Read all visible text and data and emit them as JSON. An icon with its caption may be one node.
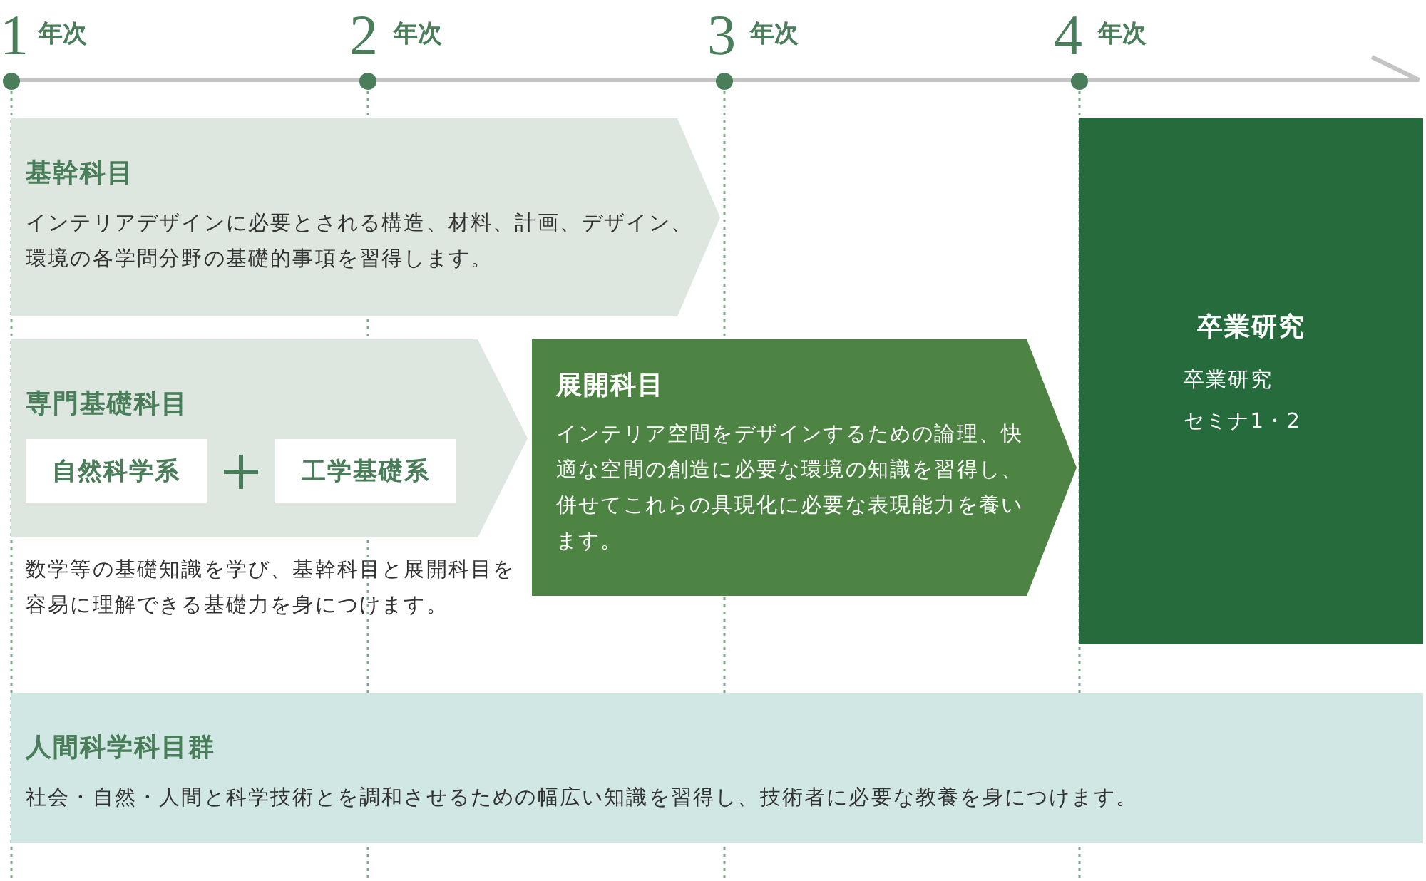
{
  "diagram": {
    "nodes": [
      {
        "text": [
          "基幹科目",
          "インテリアデザインに必要とされる構造、材料、計画、デザイン、環境の各学問分野の基礎的事項を習得します。"
        ]
      },
      {
        "text": [
          "専門基礎科目"
        ],
        "beside": [
          "数学等の基礎知識を学び、基幹科目と展開科目を容易に理解できる基礎力を身につけます。"
        ]
      },
      {
        "text": [
          "自然科学系"
        ],
        "in": 1
      },
      {
        "text": [
          "工学基礎系"
        ],
        "in": 1
      },
      {
        "text": [
          "展開科目",
          "インテリア空間をデザインするための論理、快適な空間の創造に必要な環境の知識を習得し、併せてこれらの具現化に必要な表現能力を養います。"
        ]
      },
      {
        "text": [
          "卒業研究",
          "卒業研究",
          "セミナ1・2"
        ]
      },
      {
        "text": [
          "人間科学科目群",
          "社会・自然・人間と科学技術とを調和させるための幅広い知識を習得し、技術者に必要な教養を身につけます。"
        ]
      }
    ],
    "labels": [
      "1",
      "年次",
      "2",
      "年次",
      "3",
      "年次",
      "4",
      "年次"
    ]
  }
}
